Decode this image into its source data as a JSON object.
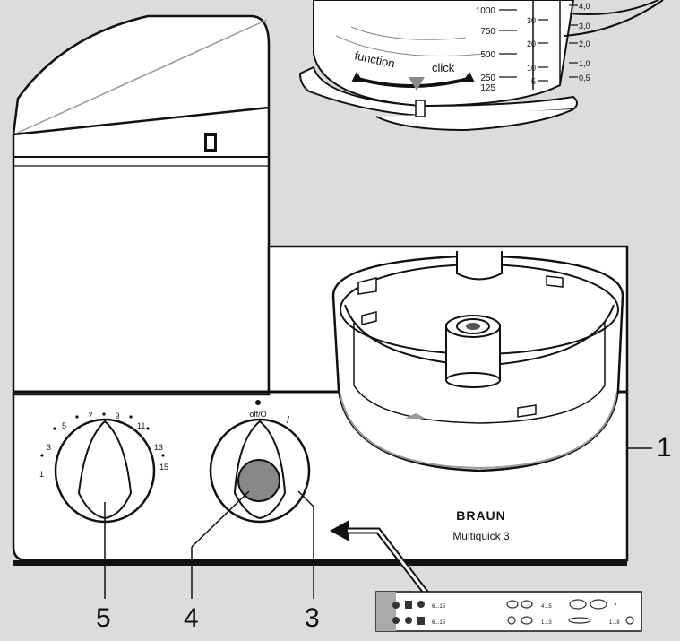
{
  "measuring_jug": {
    "ml_scale": [
      "1000",
      "750",
      "500",
      "250",
      "125"
    ],
    "mid_scale": [
      "30",
      "20",
      "10",
      "5"
    ],
    "right_scale": [
      "4,0",
      "3,0",
      "2,0",
      "1,0",
      "0,5"
    ],
    "lid_labels": {
      "function": "function",
      "click": "click"
    }
  },
  "speed_dial": {
    "marks": [
      "1",
      "3",
      "5",
      "7",
      "9",
      "11",
      "13",
      "15"
    ]
  },
  "switch_dial": {
    "off_label": "off/O",
    "on_label": "/"
  },
  "brand": {
    "logo": "BRAUN",
    "model": "Multiquick 3"
  },
  "guide_card": {
    "row1_ranges": [
      "6...15",
      "4...5",
      "7"
    ],
    "row2_ranges": [
      "6...15",
      "1...3",
      "1...8"
    ]
  },
  "callouts": {
    "c1": "1",
    "c3": "3",
    "c4": "4",
    "c5": "5"
  }
}
